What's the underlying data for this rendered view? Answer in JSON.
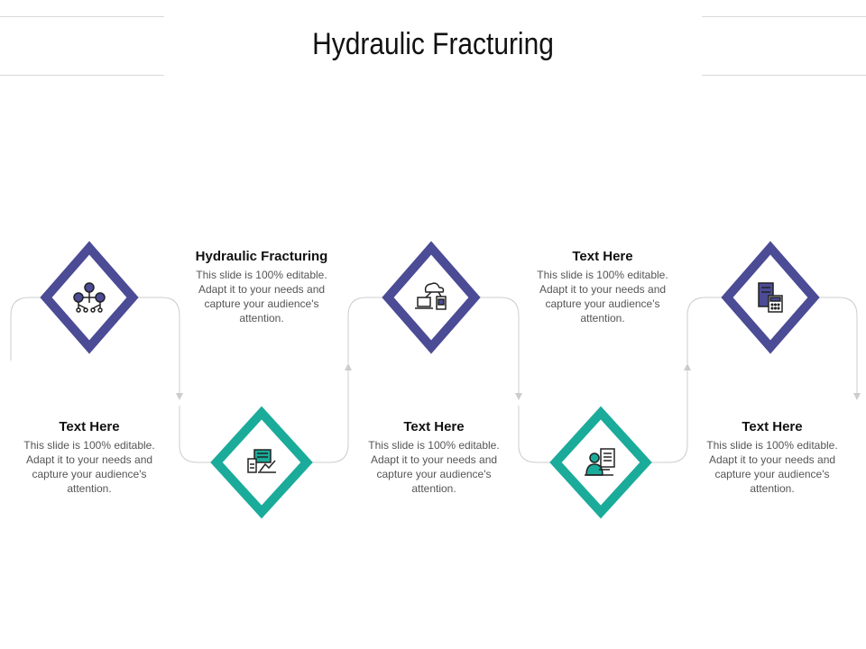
{
  "title": "Hydraulic Fracturing",
  "colors": {
    "purple": "#4b4b96",
    "teal": "#1bab9a",
    "connector": "#cccccc",
    "icon": "#222222"
  },
  "steps": [
    {
      "icon": "network-nodes-icon",
      "color": "purple",
      "heading": "Text Here",
      "body": "This slide is 100% editable. Adapt it to your needs and capture your audience's attention."
    },
    {
      "icon": "finance-report-icon",
      "color": "teal",
      "heading": "Hydraulic Fracturing",
      "body": "This slide is 100% editable. Adapt it to your needs and capture your audience's attention."
    },
    {
      "icon": "cloud-devices-icon",
      "color": "purple",
      "heading": "Text Here",
      "body": "This slide is 100% editable. Adapt it to your needs and capture your audience's attention."
    },
    {
      "icon": "online-learning-icon",
      "color": "teal",
      "heading": "Text Here",
      "body": "This slide is 100% editable. Adapt it to your needs and capture your audience's attention."
    },
    {
      "icon": "calculator-document-icon",
      "color": "purple",
      "heading": "Text Here",
      "body": "This slide is 100% editable. Adapt it to your needs and capture your audience's attention."
    }
  ]
}
